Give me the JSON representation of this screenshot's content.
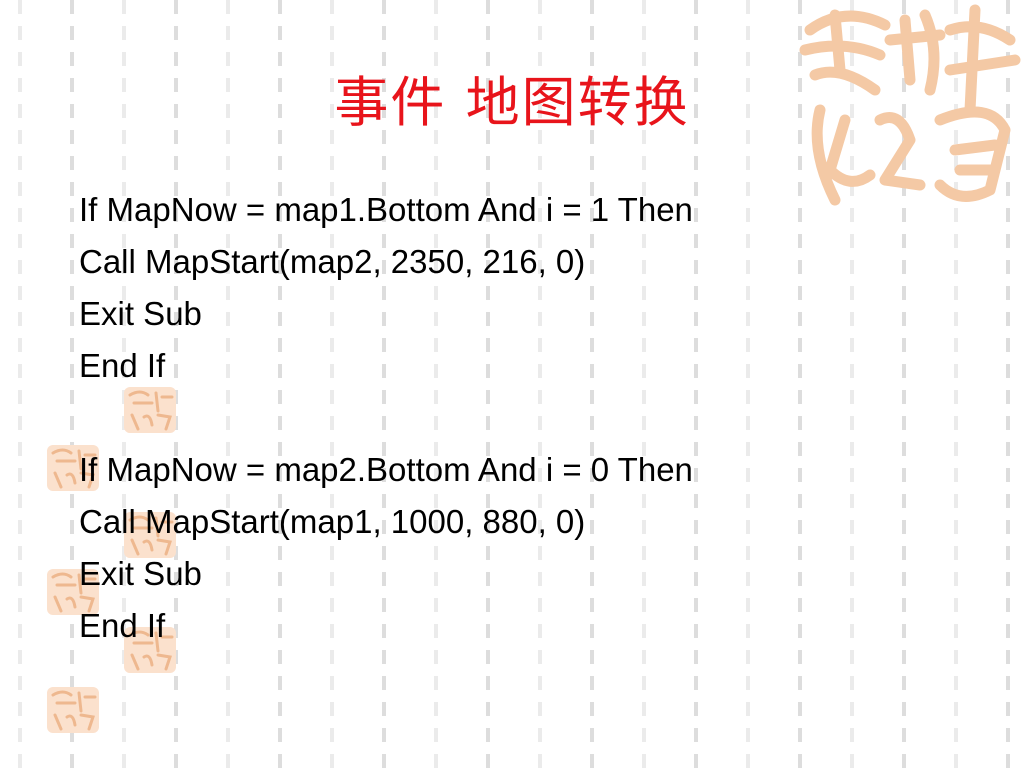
{
  "slide": {
    "title": "事件  地图转换",
    "code_lines": [
      "If MapNow = map1.Bottom And i = 1 Then",
      "Call MapStart(map2, 2350, 216, 0)",
      "Exit Sub",
      "End If",
      "",
      "If MapNow = map2.Bottom And i = 0 Then",
      "Call MapStart(map1, 1000, 880, 0)",
      "Exit Sub",
      "End If"
    ]
  },
  "decor": {
    "seal_icon": "calligraphy-seal-icon",
    "seal_color": "#f4c9a5",
    "title_color": "#e8141b"
  }
}
